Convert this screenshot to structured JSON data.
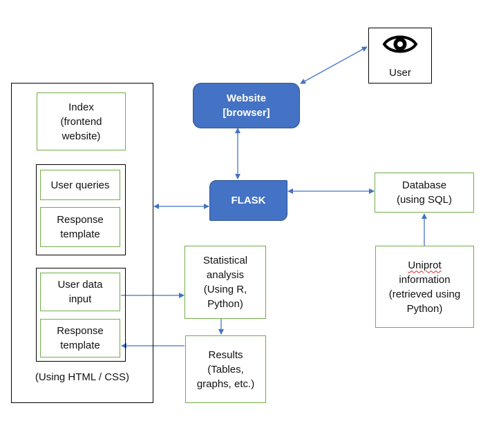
{
  "colors": {
    "flask_fill": "#4472c4",
    "flask_border": "#2f528f",
    "module_border": "#70ad47",
    "arrow": "#4472c4"
  },
  "user": {
    "icon": "eye-icon",
    "label": "User"
  },
  "website": {
    "line1": "Website",
    "line2": "[browser]"
  },
  "flask": {
    "label": "FLASK"
  },
  "database": {
    "label": "Database\n(using SQL)"
  },
  "uniprot": {
    "label_word": "Uniprot",
    "label_rest": "information\n(retrieved using\nPython)"
  },
  "frontend": {
    "caption": "(Using HTML / CSS)",
    "index": "Index\n(frontend\nwebsite)",
    "group1": {
      "queries": "User queries",
      "response": "Response\ntemplate"
    },
    "group2": {
      "input": "User data\ninput",
      "response": "Response\ntemplate"
    }
  },
  "stats": {
    "label": "Statistical\nanalysis\n(Using R,\nPython)"
  },
  "results": {
    "label": "Results\n(Tables,\ngraphs, etc.)"
  }
}
